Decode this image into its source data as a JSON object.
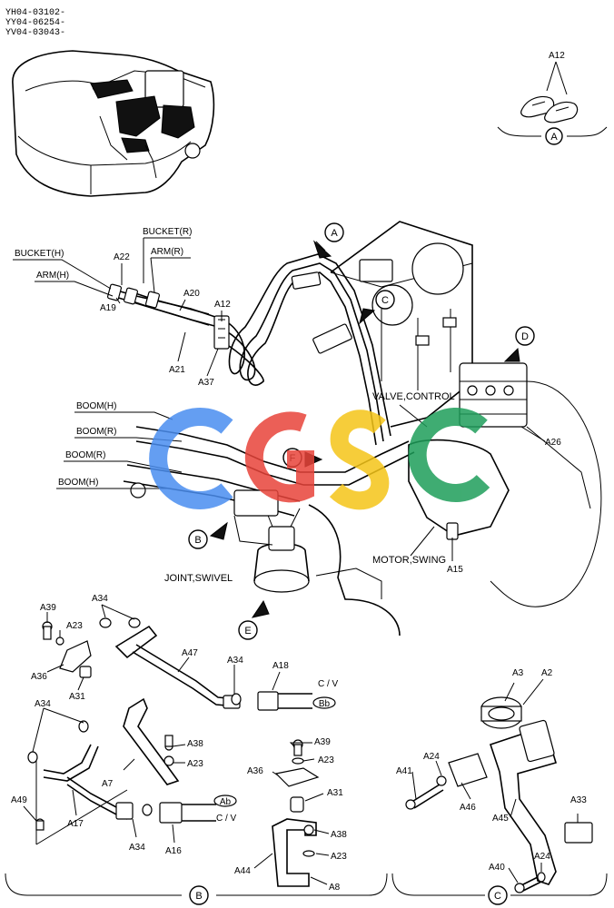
{
  "header": {
    "serials": [
      "YH04-03102-",
      "YY04-06254-",
      "YV04-03043-"
    ]
  },
  "views": {
    "A": "A",
    "B": "B",
    "C": "C",
    "D": "D",
    "E": "E",
    "F": "F"
  },
  "components": {
    "valve_control": "VALVE,CONTROL",
    "joint_swivel": "JOINT,SWIVEL",
    "motor_swing": "MOTOR,SWING"
  },
  "hoses": {
    "bucket_h": "BUCKET(H)",
    "bucket_r": "BUCKET(R)",
    "arm_r": "ARM(R)",
    "arm_h": "ARM(H)",
    "boom_h_1": "BOOM(H)",
    "boom_r_1": "BOOM(R)",
    "boom_r_2": "BOOM(R)",
    "boom_h_2": "BOOM(H)"
  },
  "parts": {
    "A12": "A12",
    "A12_main": "A12",
    "A22": "A22",
    "A20": "A20",
    "A19": "A19",
    "A21": "A21",
    "A37": "A37",
    "A26": "A26",
    "A15": "A15",
    "A39_b": "A39",
    "A23_b1": "A23",
    "A36_b": "A36",
    "A31_b": "A31",
    "A34_b1": "A34",
    "A47": "A47",
    "A34_b2": "A34",
    "A18": "A18",
    "A34_b3": "A34",
    "A38_b": "A38",
    "A23_b2": "A23",
    "A7": "A7",
    "A49": "A49",
    "A17": "A17",
    "A34_b4": "A34",
    "A16": "A16",
    "A39_m": "A39",
    "A23_m1": "A23",
    "A36_m": "A36",
    "A31_m": "A31",
    "A38_m": "A38",
    "A23_m2": "A23",
    "A44": "A44",
    "A8": "A8",
    "A3": "A3",
    "A2": "A2",
    "A24_c1": "A24",
    "A41": "A41",
    "A46": "A46",
    "A45": "A45",
    "A33": "A33",
    "A40": "A40",
    "A24_c2": "A24"
  },
  "cv": {
    "label_1": "C / V",
    "port_1": "Bb",
    "label_2": "C / V",
    "port_2": "Ab"
  },
  "watermark": {
    "colors": [
      "#4a8ef0",
      "#e8443a",
      "#f5c518",
      "#1e9e5a"
    ]
  }
}
